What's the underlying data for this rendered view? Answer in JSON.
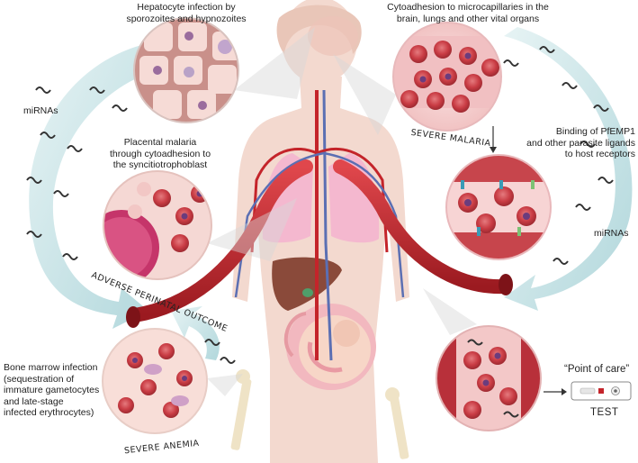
{
  "labels": {
    "hepatocyte": "Hepatocyte infection by\nsporozoites and hypnozoites",
    "cytoadhesion": "Cytoadhesion to microcapillaries in the\nbrain, lungs and other vital organs",
    "mirnas_left": "miRNAs",
    "mirnas_right": "miRNAs",
    "placental": "Placental malaria\nthrough cytoadhesion to\nthe syncitiotrophoblast",
    "binding": "Binding of PfEMP1\nand other parasite ligands\nto host receptors",
    "severe_malaria": "SEVERE MALARIA",
    "adverse": "ADVERSE PERINATAL OUTCOME",
    "bone_marrow": "Bone marrow infection\n(sequestration of\nimmature gametocytes\nand late-stage\ninfected erythrocytes)",
    "severe_anemia": "SEVERE ANEMIA",
    "point_of_care": "“Point of care”",
    "test": "TEST"
  },
  "colors": {
    "skin": "#f3d9cf",
    "vessel_red": "#c4242a",
    "vessel_blue": "#5b6fb3",
    "arrow_teal": "#bfe0e4",
    "lung": "#f4b8cf",
    "liver": "#8a4a3a",
    "cell_red": "#d6474f",
    "tissue_pink": "#f6d2d2"
  }
}
